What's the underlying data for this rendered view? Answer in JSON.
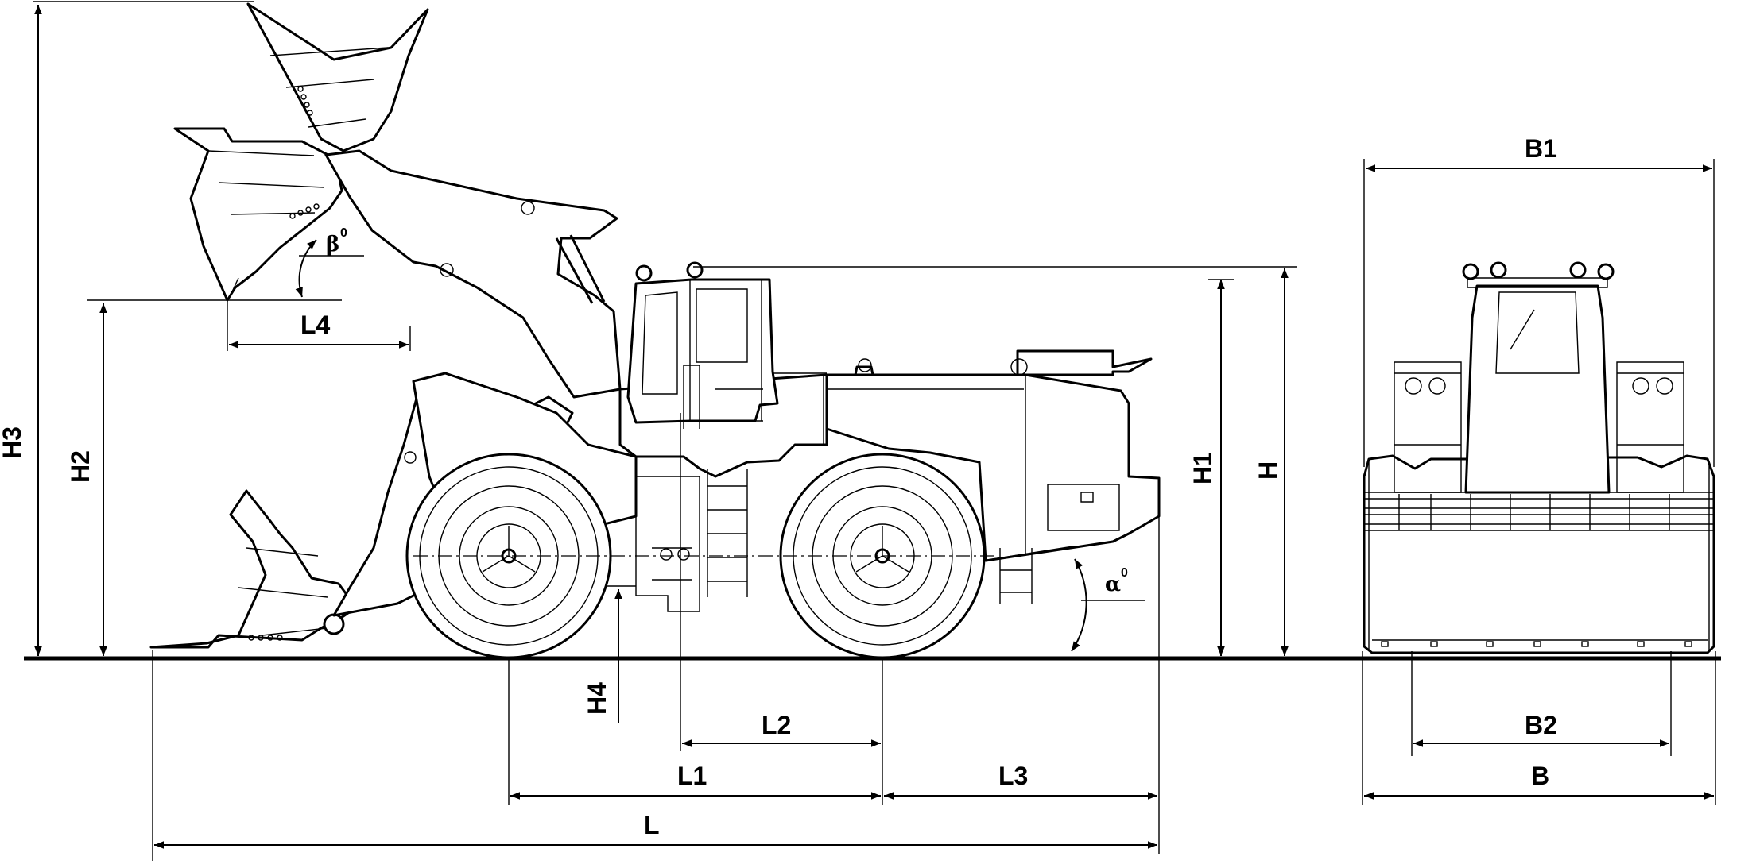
{
  "drawing": {
    "side_view_labels": {
      "H": "H",
      "H1": "H1",
      "H2": "H2",
      "H3": "H3",
      "H4": "H4",
      "L": "L",
      "L1": "L1",
      "L2": "L2",
      "L3": "L3",
      "L4": "L4",
      "alpha": "α",
      "beta": "β",
      "degree": "0"
    },
    "front_view_labels": {
      "B": "B",
      "B1": "B1",
      "B2": "B2"
    }
  }
}
